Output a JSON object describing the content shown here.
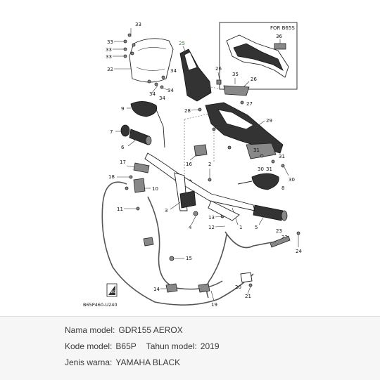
{
  "diagram": {
    "inset_title": "FOR B65S",
    "diagram_code": "B65P460-U240",
    "fwd_mark": "FWD",
    "callouts": {
      "c33a": "33",
      "c33b": "33",
      "c33c": "33",
      "c33d": "33",
      "c25": "25",
      "c36": "36",
      "c32": "32",
      "c34a": "34",
      "c34b": "34",
      "c34c": "34",
      "c34d": "34",
      "c26a": "26",
      "c26b": "26",
      "c35": "35",
      "c27": "27",
      "c28": "28",
      "c29": "29",
      "c9": "9",
      "c7": "7",
      "c6": "6",
      "c31a": "31",
      "c31b": "31",
      "c31c": "31",
      "c16": "16",
      "c30a": "30",
      "c30b": "30",
      "c17": "17",
      "c18": "18",
      "c2": "2",
      "c8": "8",
      "c10": "10",
      "c11": "11",
      "c3": "3",
      "c13": "13",
      "c12": "12",
      "c4": "4",
      "c5": "5",
      "c1": "1",
      "c23": "23",
      "c22": "22",
      "c24": "24",
      "c15": "15",
      "c14": "14",
      "c19": "19",
      "c20": "20",
      "c21": "21"
    }
  },
  "info": {
    "model_name_label": "Nama model:",
    "model_name_value": "GDR155 AEROX",
    "model_code_label": "Kode model:",
    "model_code_value": "B65P",
    "model_year_label": "Tahun model:",
    "model_year_value": "2019",
    "color_label": "Jenis warna:",
    "color_value": "YAMAHA BLACK"
  }
}
